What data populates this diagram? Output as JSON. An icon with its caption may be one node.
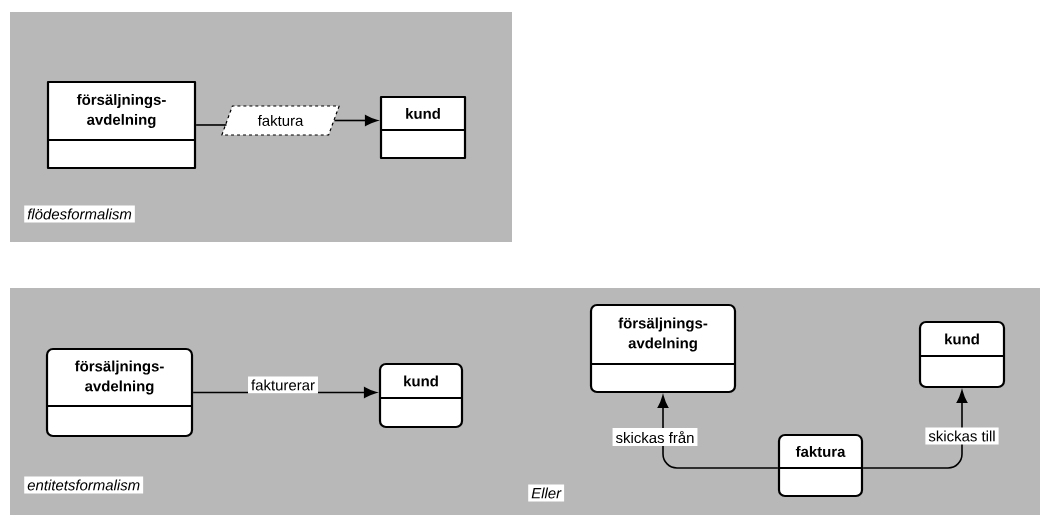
{
  "diagram": {
    "nodes": [
      {
        "text": [
          "flödesformalism"
        ]
      },
      {
        "text": [
          "försäljnings- avdelning"
        ],
        "in": 0
      },
      {
        "text": [
          "faktura"
        ],
        "in": 0
      },
      {
        "text": [
          "kund"
        ],
        "in": 0
      },
      {
        "text": [
          "entitetsformalism"
        ]
      },
      {
        "text": [
          "försäljnings- avdelning"
        ],
        "in": 4
      },
      {
        "text": [
          "kund"
        ],
        "in": 4
      },
      {
        "text": [
          "försäljnings- avdelning"
        ],
        "in": 4
      },
      {
        "text": [
          "kund"
        ],
        "in": 4
      },
      {
        "text": [
          "faktura"
        ],
        "in": 4
      }
    ],
    "edges": [
      {
        "from": 1,
        "to": 2,
        "arrow": "none"
      },
      {
        "from": 2,
        "to": 3,
        "arrow": "to"
      },
      {
        "from": 5,
        "to": 6,
        "arrow": "to",
        "label": "fakturerar"
      },
      {
        "from": 9,
        "to": 7,
        "arrow": "to",
        "label": "skickas från"
      },
      {
        "from": 9,
        "to": 8,
        "arrow": "to",
        "label": "skickas till"
      }
    ],
    "labels": [
      "Eller"
    ]
  }
}
